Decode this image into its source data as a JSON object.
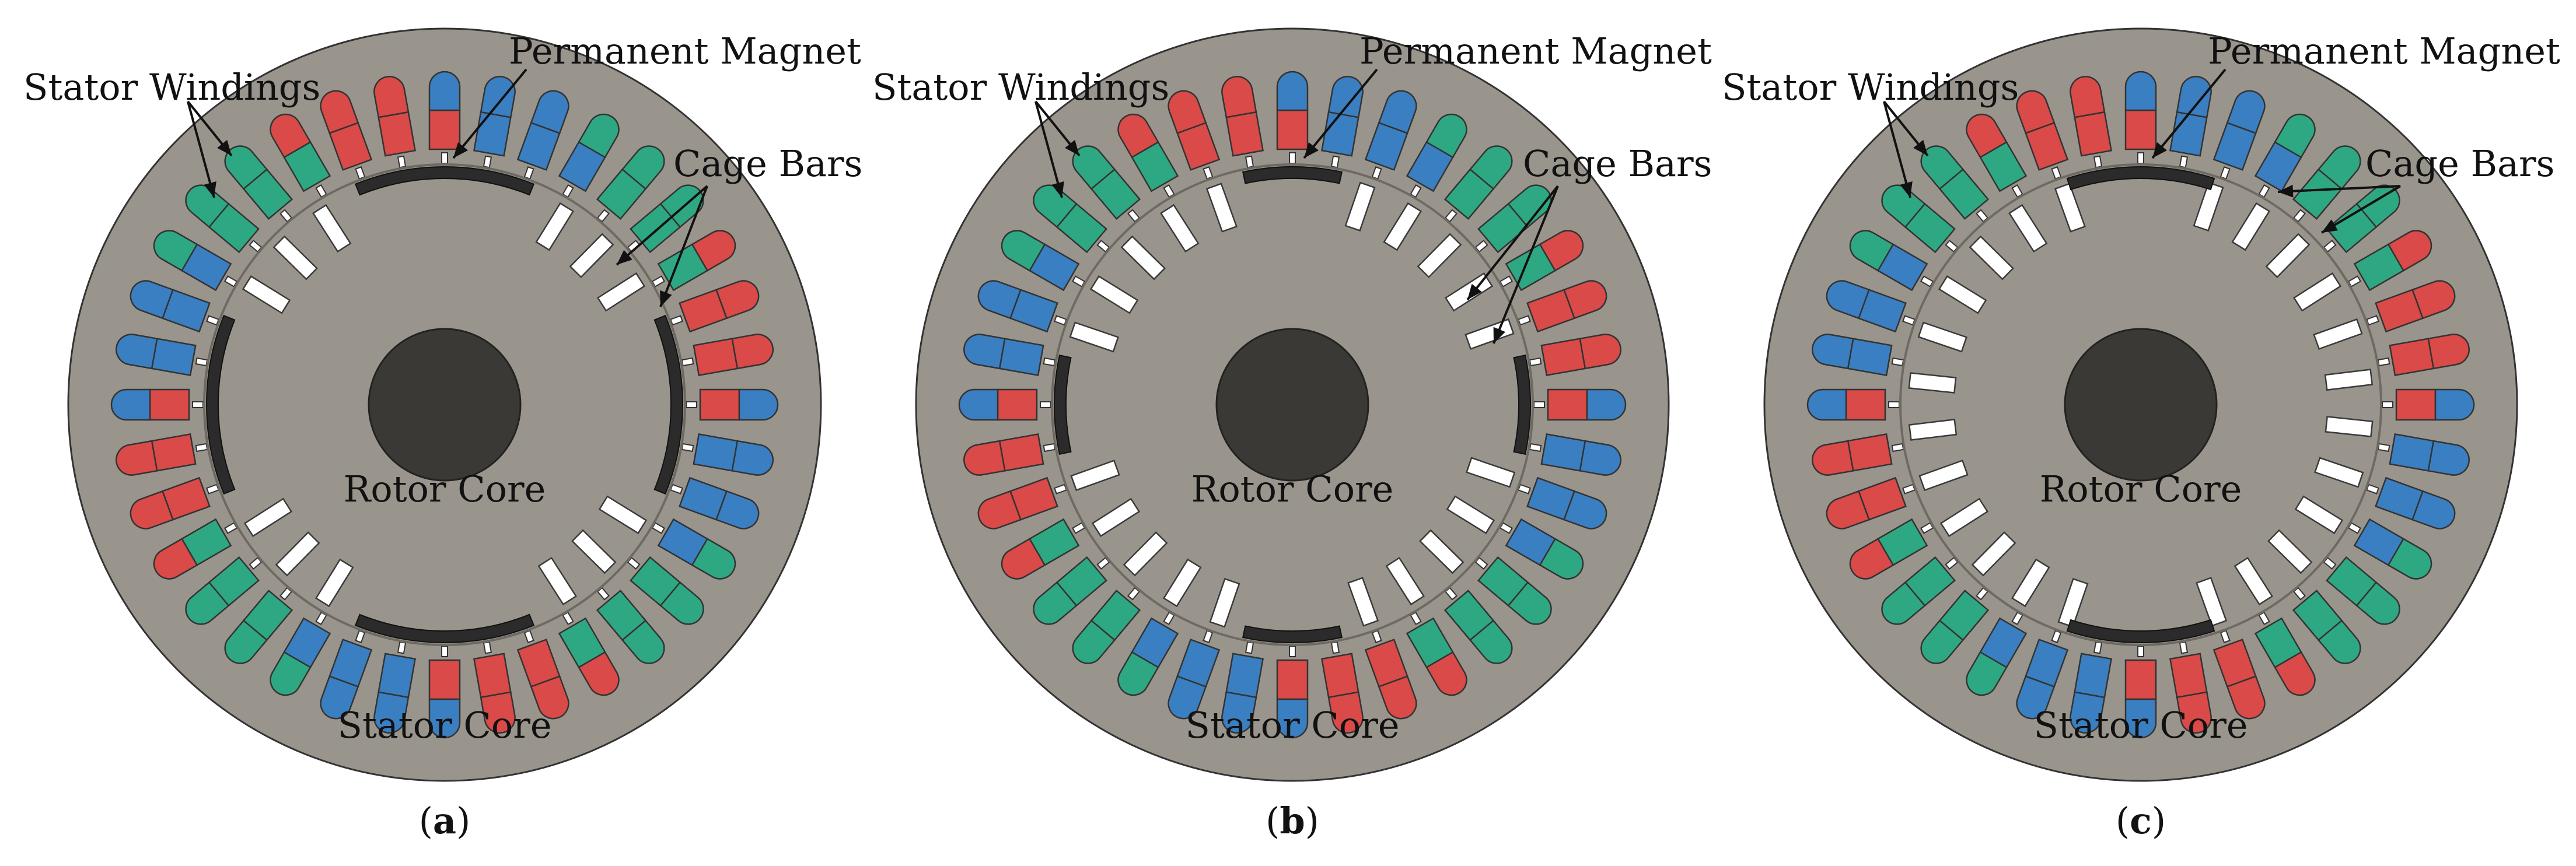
{
  "colors": {
    "stator_core": "#9a958c",
    "rotor_core": "#9a958c",
    "shaft": "#3a3936",
    "magnet": "#2b2b2b",
    "cage_bar": "#ffffff",
    "cage_bar_outline": "#3a3a3a",
    "phase_red": "#d94a48",
    "phase_blue": "#3a7fc1",
    "phase_green": "#2ea883",
    "outline": "#333333",
    "label": "#111111"
  },
  "labels": {
    "stator_windings": "Stator Windings",
    "permanent_magnet": "Permanent Magnet",
    "cage_bars": "Cage Bars",
    "rotor_core": "Rotor Core",
    "stator_core": "Stator Core"
  },
  "panels": [
    {
      "id": "a",
      "caption_open": "(",
      "caption_letter": "a",
      "caption_close": ")"
    },
    {
      "id": "b",
      "caption_open": "(",
      "caption_letter": "b",
      "caption_close": ")"
    },
    {
      "id": "c",
      "caption_open": "(",
      "caption_letter": "c",
      "caption_close": ")"
    }
  ]
}
